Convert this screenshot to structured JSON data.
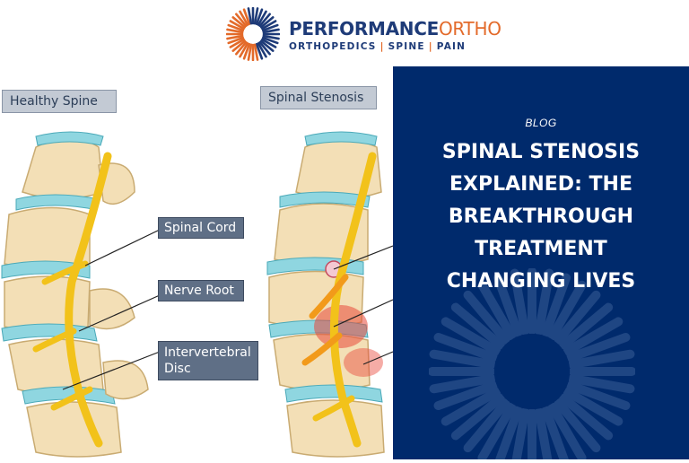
{
  "brand": {
    "name_bold": "PERFORMANCE",
    "name_light": "ORTHO",
    "tagline_parts": [
      "ORTHOPEDICS",
      "SPINE",
      "PAIN"
    ],
    "tagline_separator": "|",
    "colors": {
      "navy": "#1e3b78",
      "orange": "#e36a2a"
    }
  },
  "illustration": {
    "titles": {
      "healthy": "Healthy Spine",
      "stenosis": "Spinal Stenosis"
    },
    "labels": {
      "spinal_cord": "Spinal Cord",
      "nerve_root": "Nerve Root",
      "disc_line1": "Intervertebral",
      "disc_line2": "Disc"
    }
  },
  "panel": {
    "blog_label": "BLOG",
    "headline_lines": [
      "SPINAL STENOSIS",
      "EXPLAINED: THE",
      "BREAKTHROUGH",
      "TREATMENT",
      "CHANGING LIVES"
    ],
    "background": "#002a6c"
  }
}
